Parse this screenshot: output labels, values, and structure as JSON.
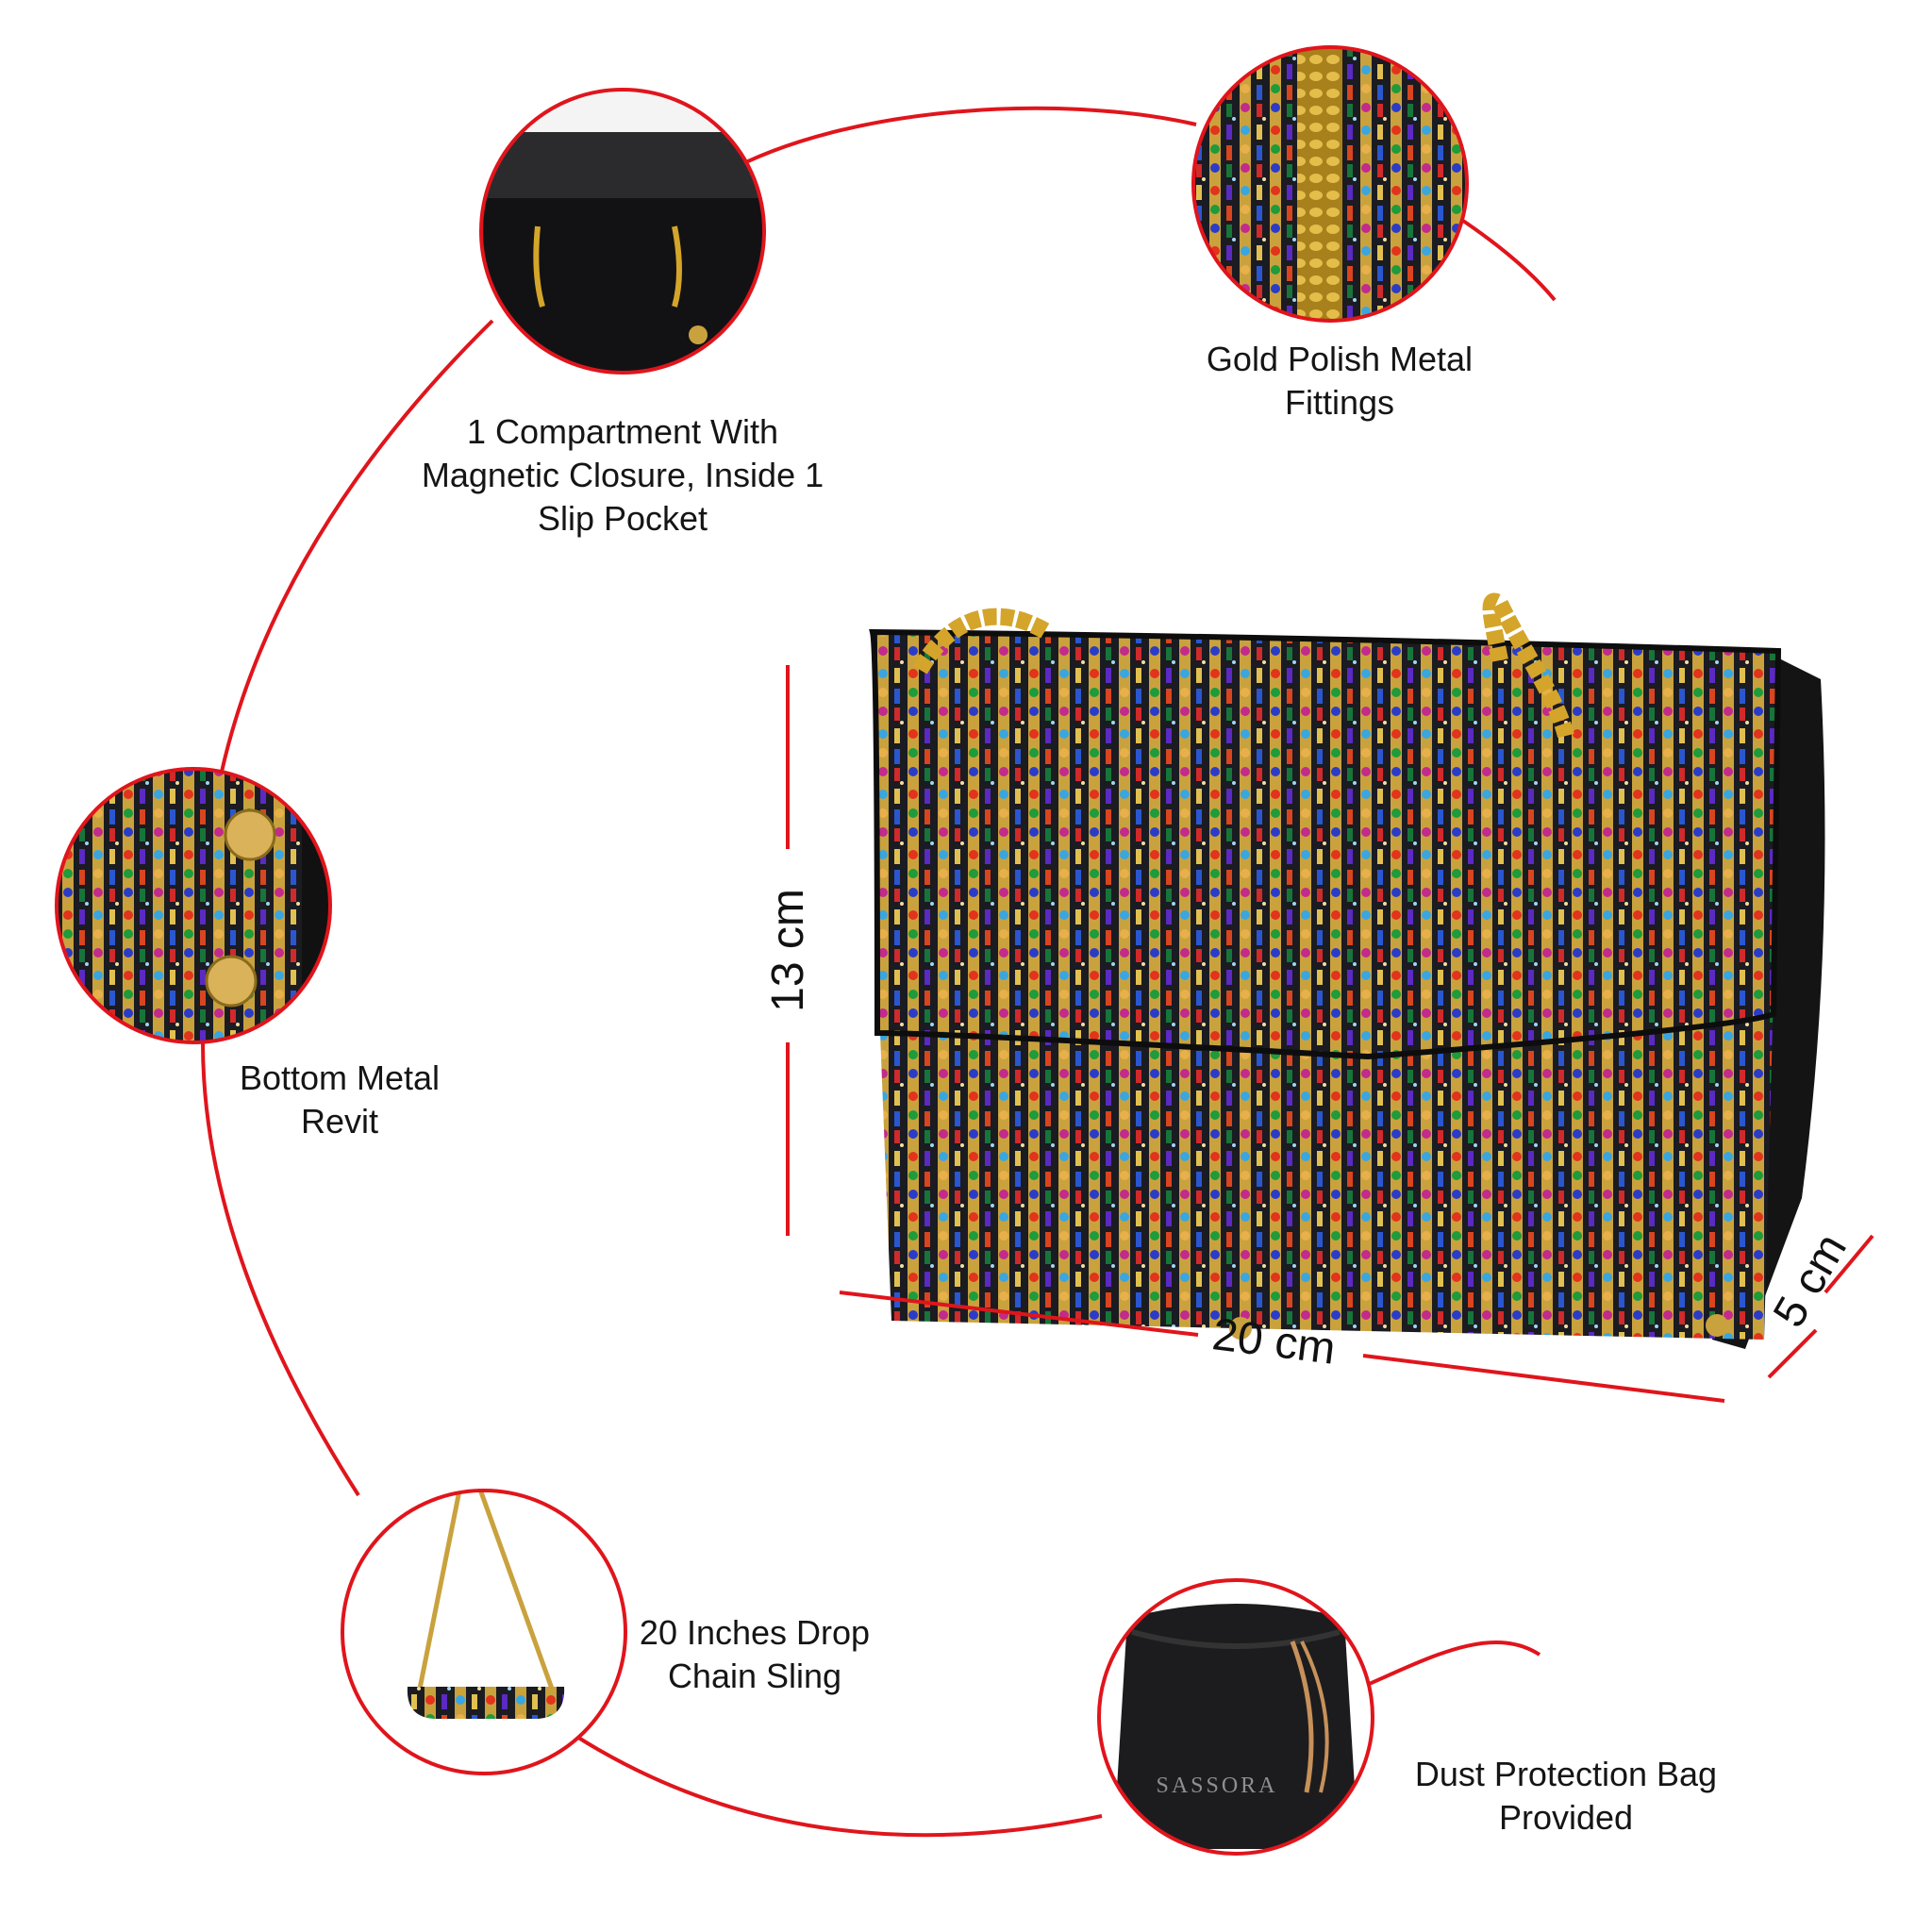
{
  "features": [
    {
      "id": "compartment",
      "lines": [
        "1 Compartment With",
        "Magnetic Closure, Inside 1",
        "Slip Pocket"
      ]
    },
    {
      "id": "fittings",
      "lines": [
        "Gold Polish Metal",
        "Fittings"
      ]
    },
    {
      "id": "rivet",
      "lines": [
        "Bottom Metal",
        "Revit"
      ]
    },
    {
      "id": "chain",
      "lines": [
        "20 Inches Drop",
        "Chain Sling"
      ]
    },
    {
      "id": "dustbag",
      "lines": [
        "Dust Protection Bag",
        "Provided"
      ]
    }
  ],
  "dimensions": {
    "height": "13 cm",
    "width": "20 cm",
    "depth": "5 cm"
  },
  "dust_bag_brand": "SASSORA",
  "colors": {
    "accent": "#e0151c",
    "bag_base": "#1a1a1a",
    "gold": "#d4a52a"
  }
}
